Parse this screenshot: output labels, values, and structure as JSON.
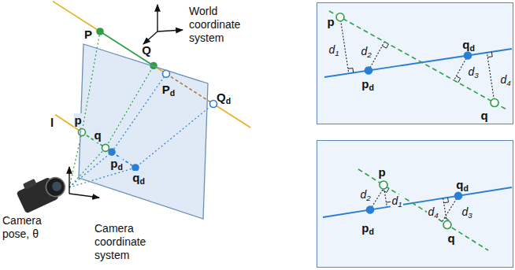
{
  "diagram": {
    "nodes": [
      {
        "text": [
          "p",
          "q",
          "pd",
          "qd"
        ]
      },
      {
        "text": [
          "p",
          "d1",
          "d2",
          "pd",
          "qd",
          "d3",
          "d4",
          "q"
        ]
      },
      {
        "text": [
          "p",
          "d2",
          "d1",
          "pd",
          "qd",
          "d4",
          "d3",
          "q"
        ]
      }
    ],
    "labels": [
      "World coordinate system",
      "P",
      "Q",
      "Pd",
      "Qd",
      "l",
      "Camera pose, θ",
      "Camera coordinate system"
    ]
  }
}
